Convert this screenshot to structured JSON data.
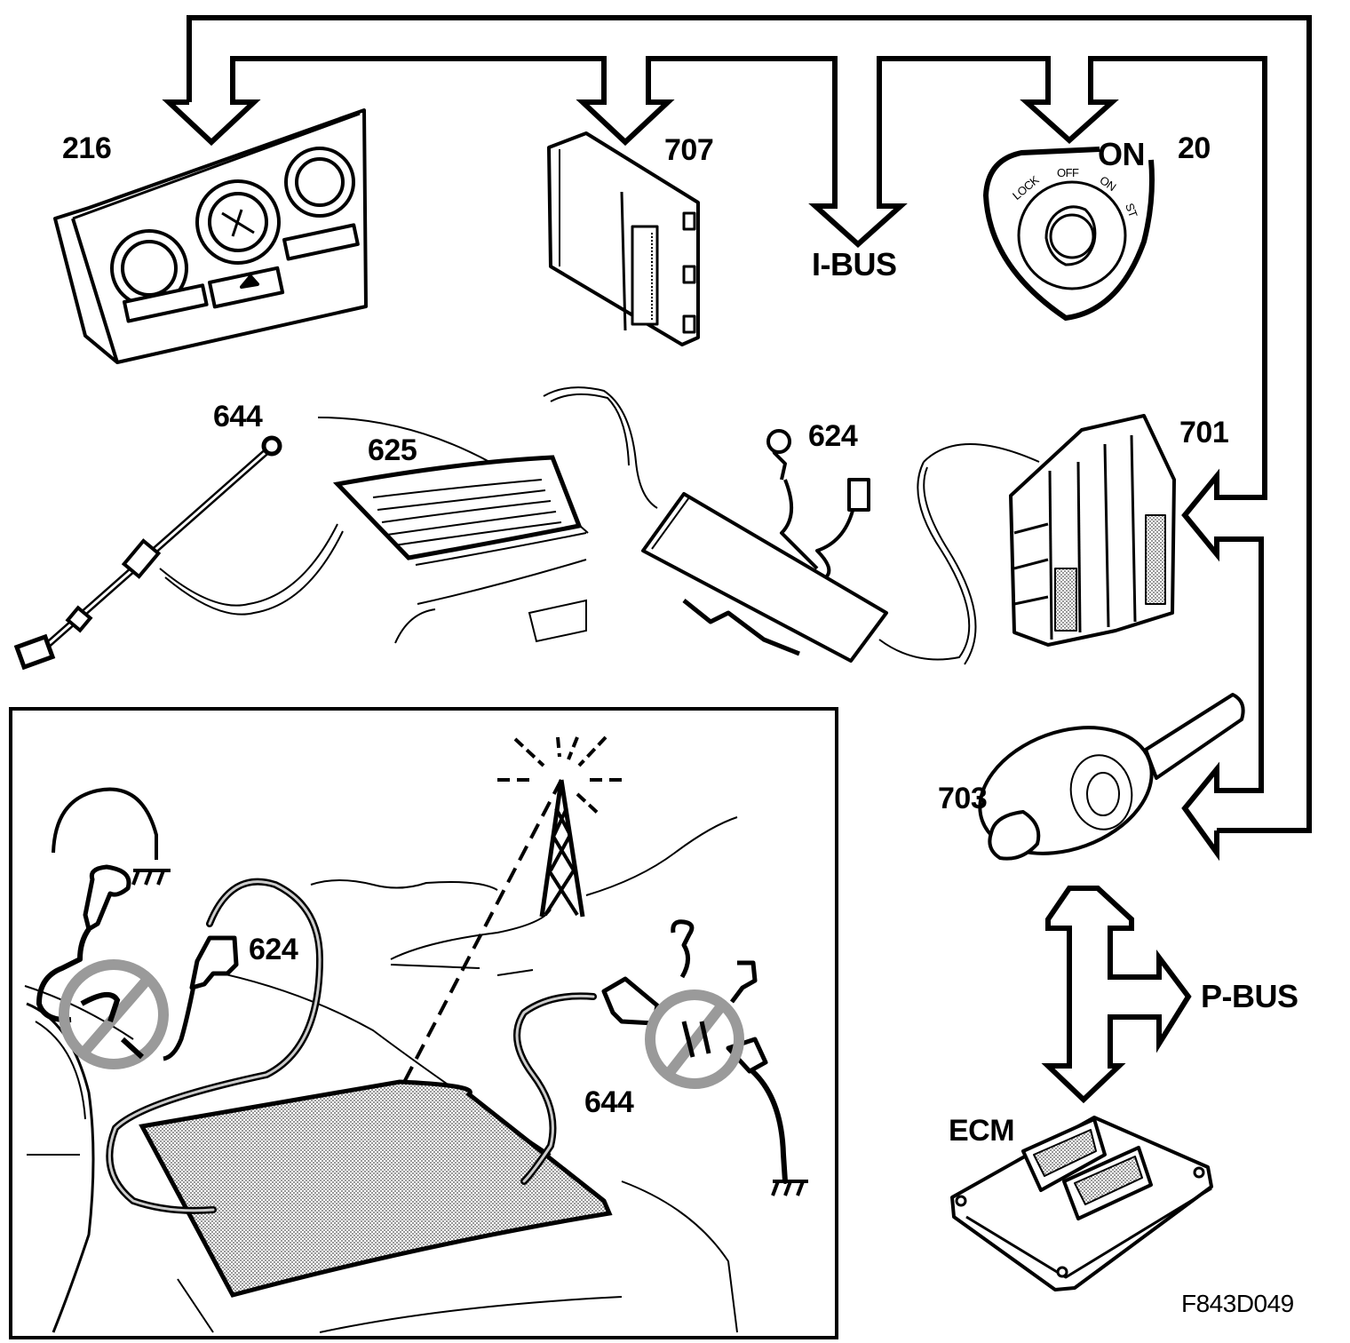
{
  "diagram": {
    "figure_id": "F843D049",
    "colors": {
      "line": "#000000",
      "background": "#ffffff",
      "hatch": "#9a9a9a"
    },
    "buses": {
      "ibus": "I-BUS",
      "pbus": "P-BUS"
    },
    "components": {
      "climate_panel": "216",
      "module_707": "707",
      "ignition_switch": "20",
      "ignition_on": "ON",
      "ignition_positions": [
        "LOCK",
        "OFF",
        "ON",
        "ST"
      ],
      "ground_cable_top": "644",
      "rear_window_top": "625",
      "amplifier_top": "624",
      "fuse_box_701": "701",
      "steering_module_703": "703",
      "ecm": "ECM"
    },
    "inset": {
      "amplifier_label": "624",
      "ground_cable_label": "644"
    }
  }
}
